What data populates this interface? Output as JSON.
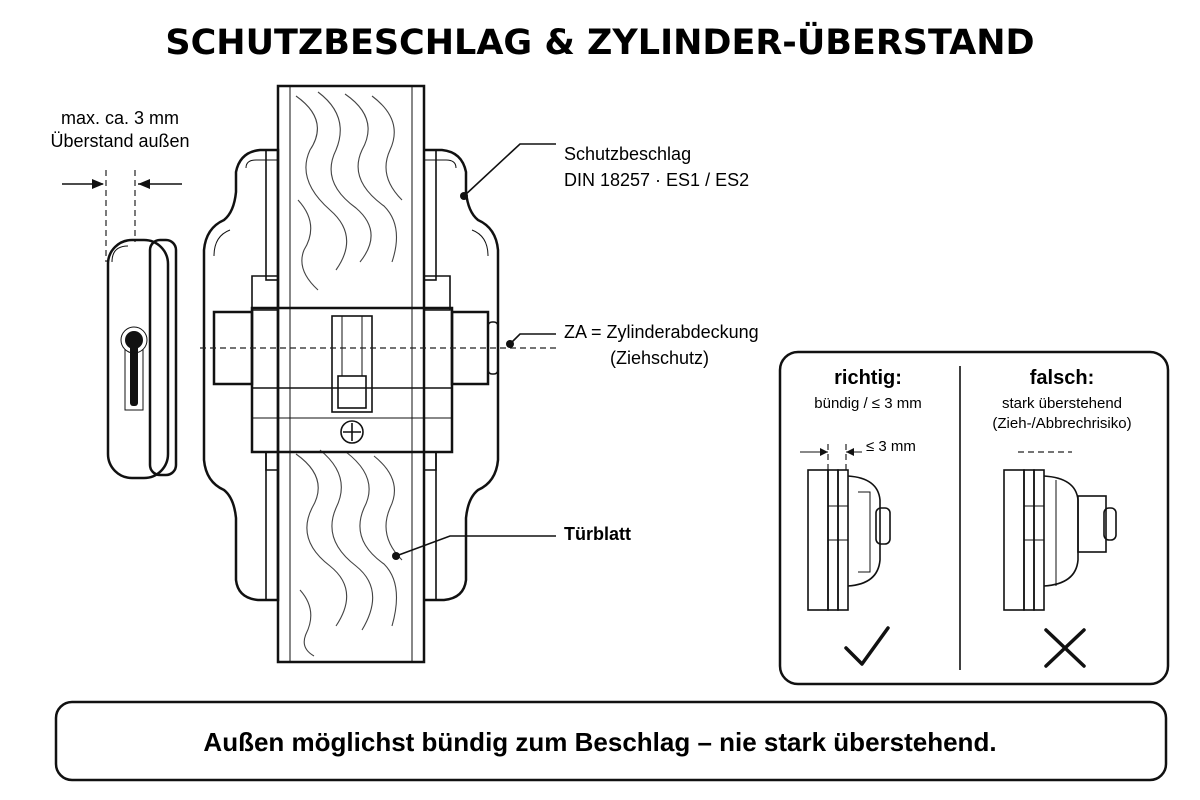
{
  "title": "SCHUTZBESCHLAG & ZYLINDER-ÜBERSTAND",
  "labels": {
    "max_overhang_line1": "max. ca. 3 mm",
    "max_overhang_line2": "Überstand außen",
    "fitting_line1": "Schutzbeschlag",
    "fitting_line2": "DIN 18257 · ES1 / ES2",
    "za_line1": "ZA = Zylinderabdeckung",
    "za_line2": "(Ziehschutz)",
    "door_leaf": "Türblatt"
  },
  "comparison": {
    "correct": {
      "heading": "richtig:",
      "subtext": "bündig / ≤ 3 mm",
      "dimension": "≤ 3 mm",
      "mark_icon": "checkmark-icon"
    },
    "wrong": {
      "heading": "falsch:",
      "subtext_line1": "stark überstehend",
      "subtext_line2": "(Zieh-/Abbrechrisiko)",
      "mark_icon": "cross-icon"
    }
  },
  "footer": "Außen möglichst bündig zum Beschlag – nie stark überstehend."
}
